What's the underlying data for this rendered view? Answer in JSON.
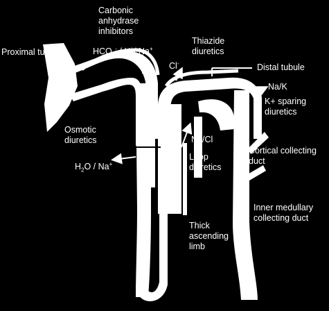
{
  "diagram": {
    "background_color": "#000000",
    "tubule_color": "#ffffff",
    "labels": {
      "carbonic_line1": "Carbonic",
      "carbonic_line2": "anhydrase",
      "carbonic_line3": "inhibitors",
      "hco3": "HCO",
      "hco3_sub": "3",
      "hco3_sup": "-",
      "hco3_rest": " / H",
      "h_sup": "+",
      "hco3_tail": "/ Na",
      "na_sup": "+",
      "proximal_tubule_a": "Proximal tu",
      "proximal_tubule_b": "ule",
      "thiazide_line1": "Thiazide",
      "thiazide_line2": "diuretics",
      "cl": "Cl",
      "cl_sup": "-",
      "distal_tubule": "Distal tubule",
      "na_k": "Na/K",
      "ksparing_line1": "K+ sparing",
      "ksparing_line2": "diuretics",
      "osmotic_line1": "Osmotic",
      "osmotic_line2": "diuretics",
      "h2o": "H",
      "h2o_sub": "2",
      "h2o_rest": "O / Na",
      "h2o_sup": "+",
      "na_cl": "Na/Cl",
      "loop_line1": "Loop",
      "loop_line2": "diuretics",
      "cortical_line1": "Cortical collecting",
      "cortical_line2": "duct",
      "thick_line1": "Thick",
      "thick_line2": "ascending",
      "thick_line3": "limb",
      "inner_line1": "Inner medullary",
      "inner_line2": "collecting duct"
    }
  }
}
